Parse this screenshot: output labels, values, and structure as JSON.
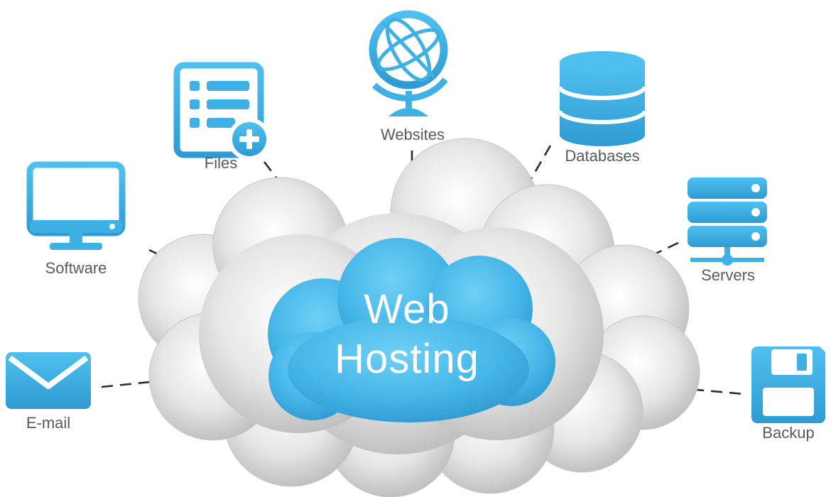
{
  "center": {
    "line1": "Web",
    "line2": "Hosting"
  },
  "nodes": {
    "files": "Files",
    "websites": "Websites",
    "databases": "Databases",
    "software": "Software",
    "servers": "Servers",
    "email": "E-mail",
    "backup": "Backup"
  },
  "icons": {
    "files": "file-list-add-icon",
    "websites": "globe-icon",
    "databases": "database-icon",
    "software": "monitor-icon",
    "servers": "server-rack-icon",
    "email": "envelope-icon",
    "backup": "floppy-disk-icon"
  },
  "colors": {
    "accent": "#3fb0e3",
    "accent_dark": "#2c93c8",
    "cloud_gray": "#d8d8d8",
    "connector": "#2b2b2b",
    "label": "#555b62"
  }
}
